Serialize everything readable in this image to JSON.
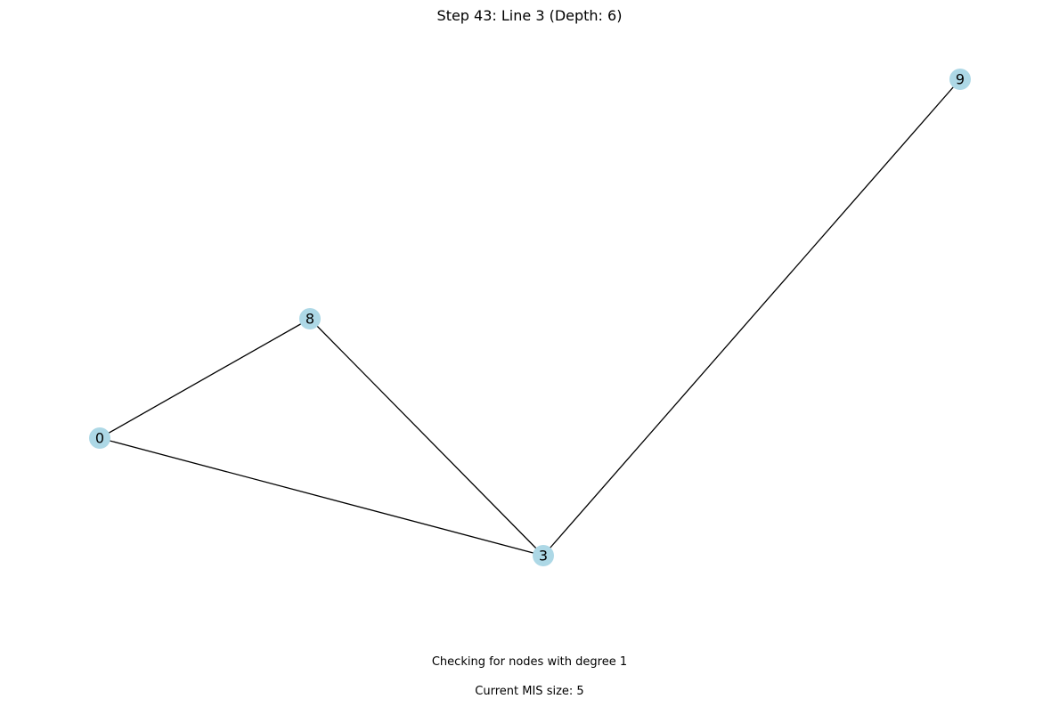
{
  "title": "Step 43: Line 3 (Depth: 6)",
  "status": {
    "message": "Checking for nodes with degree 1",
    "mis_size": "Current MIS size: 5"
  },
  "colors": {
    "node_fill": "#add8e6",
    "edge": "#000000",
    "label": "#000000"
  },
  "graph": {
    "nodes": [
      {
        "id": "0"
      },
      {
        "id": "8"
      },
      {
        "id": "3"
      },
      {
        "id": "9"
      }
    ],
    "edges": [
      [
        "0",
        "8"
      ],
      [
        "0",
        "3"
      ],
      [
        "8",
        "3"
      ],
      [
        "3",
        "9"
      ]
    ]
  }
}
